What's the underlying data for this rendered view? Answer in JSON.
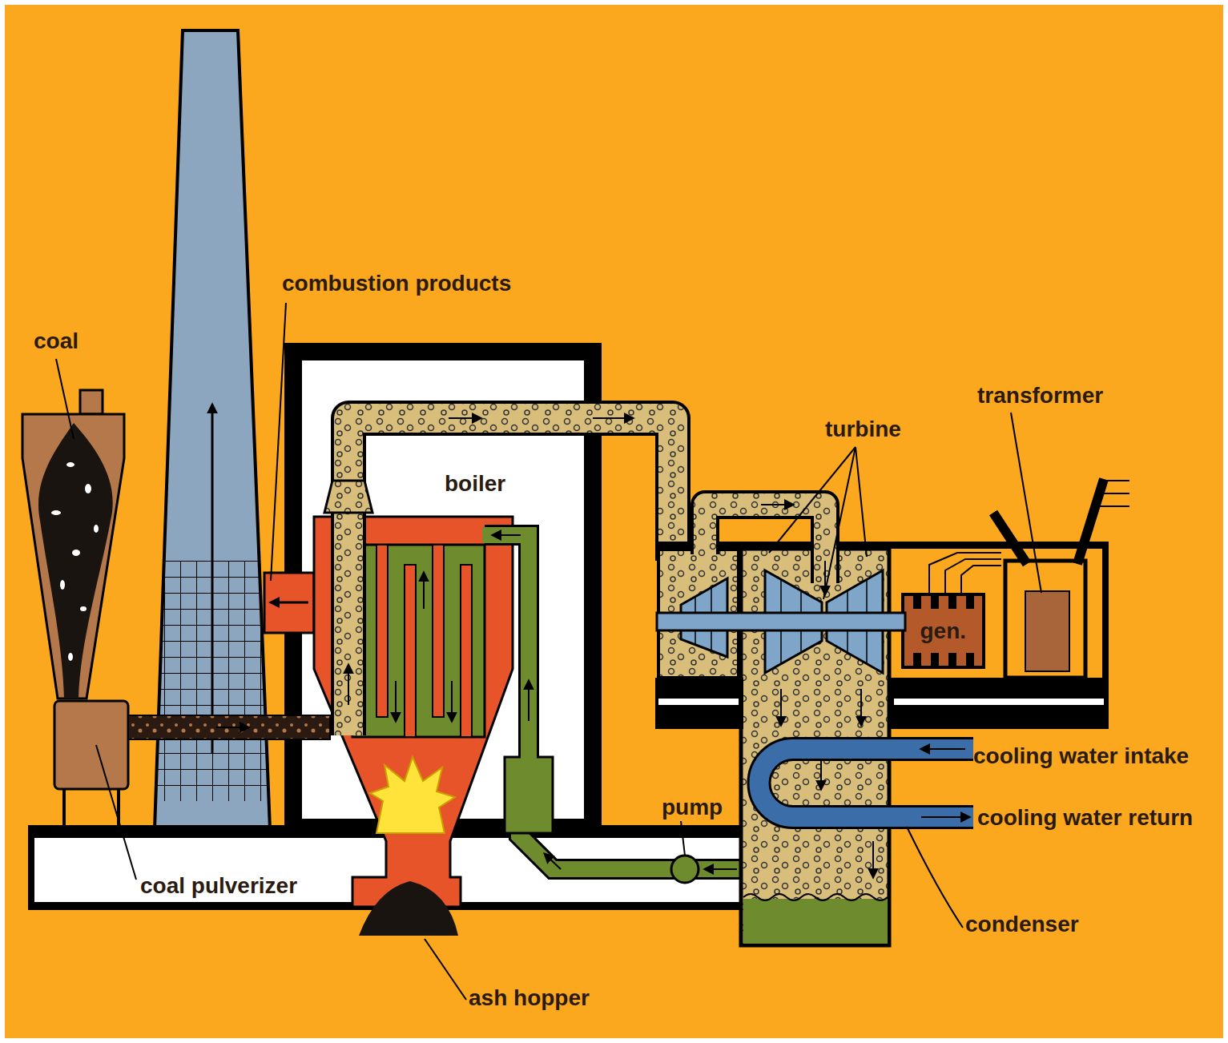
{
  "diagram": {
    "nodes": [
      {
        "text": [
          "boiler"
        ]
      },
      {
        "text": [
          "gen."
        ]
      }
    ],
    "labels": [
      "coal",
      "combustion products",
      "turbine",
      "transformer",
      "cooling water intake",
      "cooling water return",
      "pump",
      "coal pulverizer",
      "condenser",
      "ash hopper"
    ]
  }
}
